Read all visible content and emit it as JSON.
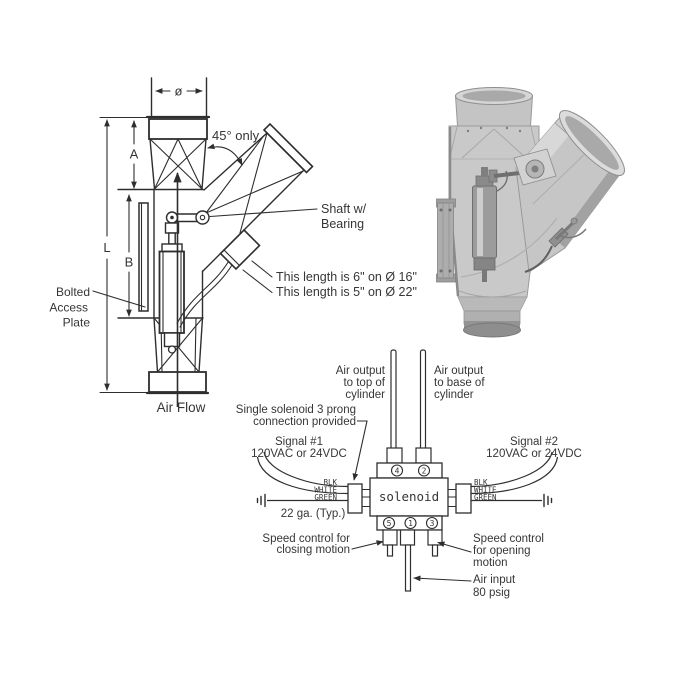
{
  "colors": {
    "ink": "#2e2e2e",
    "text": "#363636",
    "photo_metal": "#c9c9c9"
  },
  "drawing": {
    "dims": {
      "diameter": "ø",
      "a": "A",
      "l": "L",
      "b": "B"
    },
    "angle_note": "45° only",
    "shaft_label": [
      "Shaft w/",
      "Bearing"
    ],
    "length_notes": [
      "This length is 6\" on Ø 16\"",
      "This length is 5\" on Ø 22\""
    ],
    "access_plate_label": [
      "Bolted",
      "Access",
      "Plate"
    ],
    "air_flow": "Air Flow"
  },
  "solenoid_diagram": {
    "device_label": "solenoid",
    "air_output_top": [
      "Air output",
      "to top of",
      "cylinder"
    ],
    "air_output_base": [
      "Air output",
      "to base of",
      "cylinder"
    ],
    "connection_note": [
      "Single solenoid 3 prong",
      "connection provided"
    ],
    "signal_1": [
      "Signal #1",
      "120VAC or 24VDC"
    ],
    "signal_2": [
      "Signal #2",
      "120VAC or 24VDC"
    ],
    "wire_colors": [
      "BLK",
      "WHITE",
      "GREEN"
    ],
    "wire_gauge": "22 ga. (Typ.)",
    "speed_closing": [
      "Speed control for",
      "closing motion"
    ],
    "speed_opening": [
      "Speed control",
      "for opening",
      "motion"
    ],
    "air_input": [
      "Air input",
      "80 psig"
    ],
    "port_numbers_top": [
      "4",
      "2"
    ],
    "port_numbers_bottom": [
      "5",
      "1",
      "3"
    ]
  }
}
